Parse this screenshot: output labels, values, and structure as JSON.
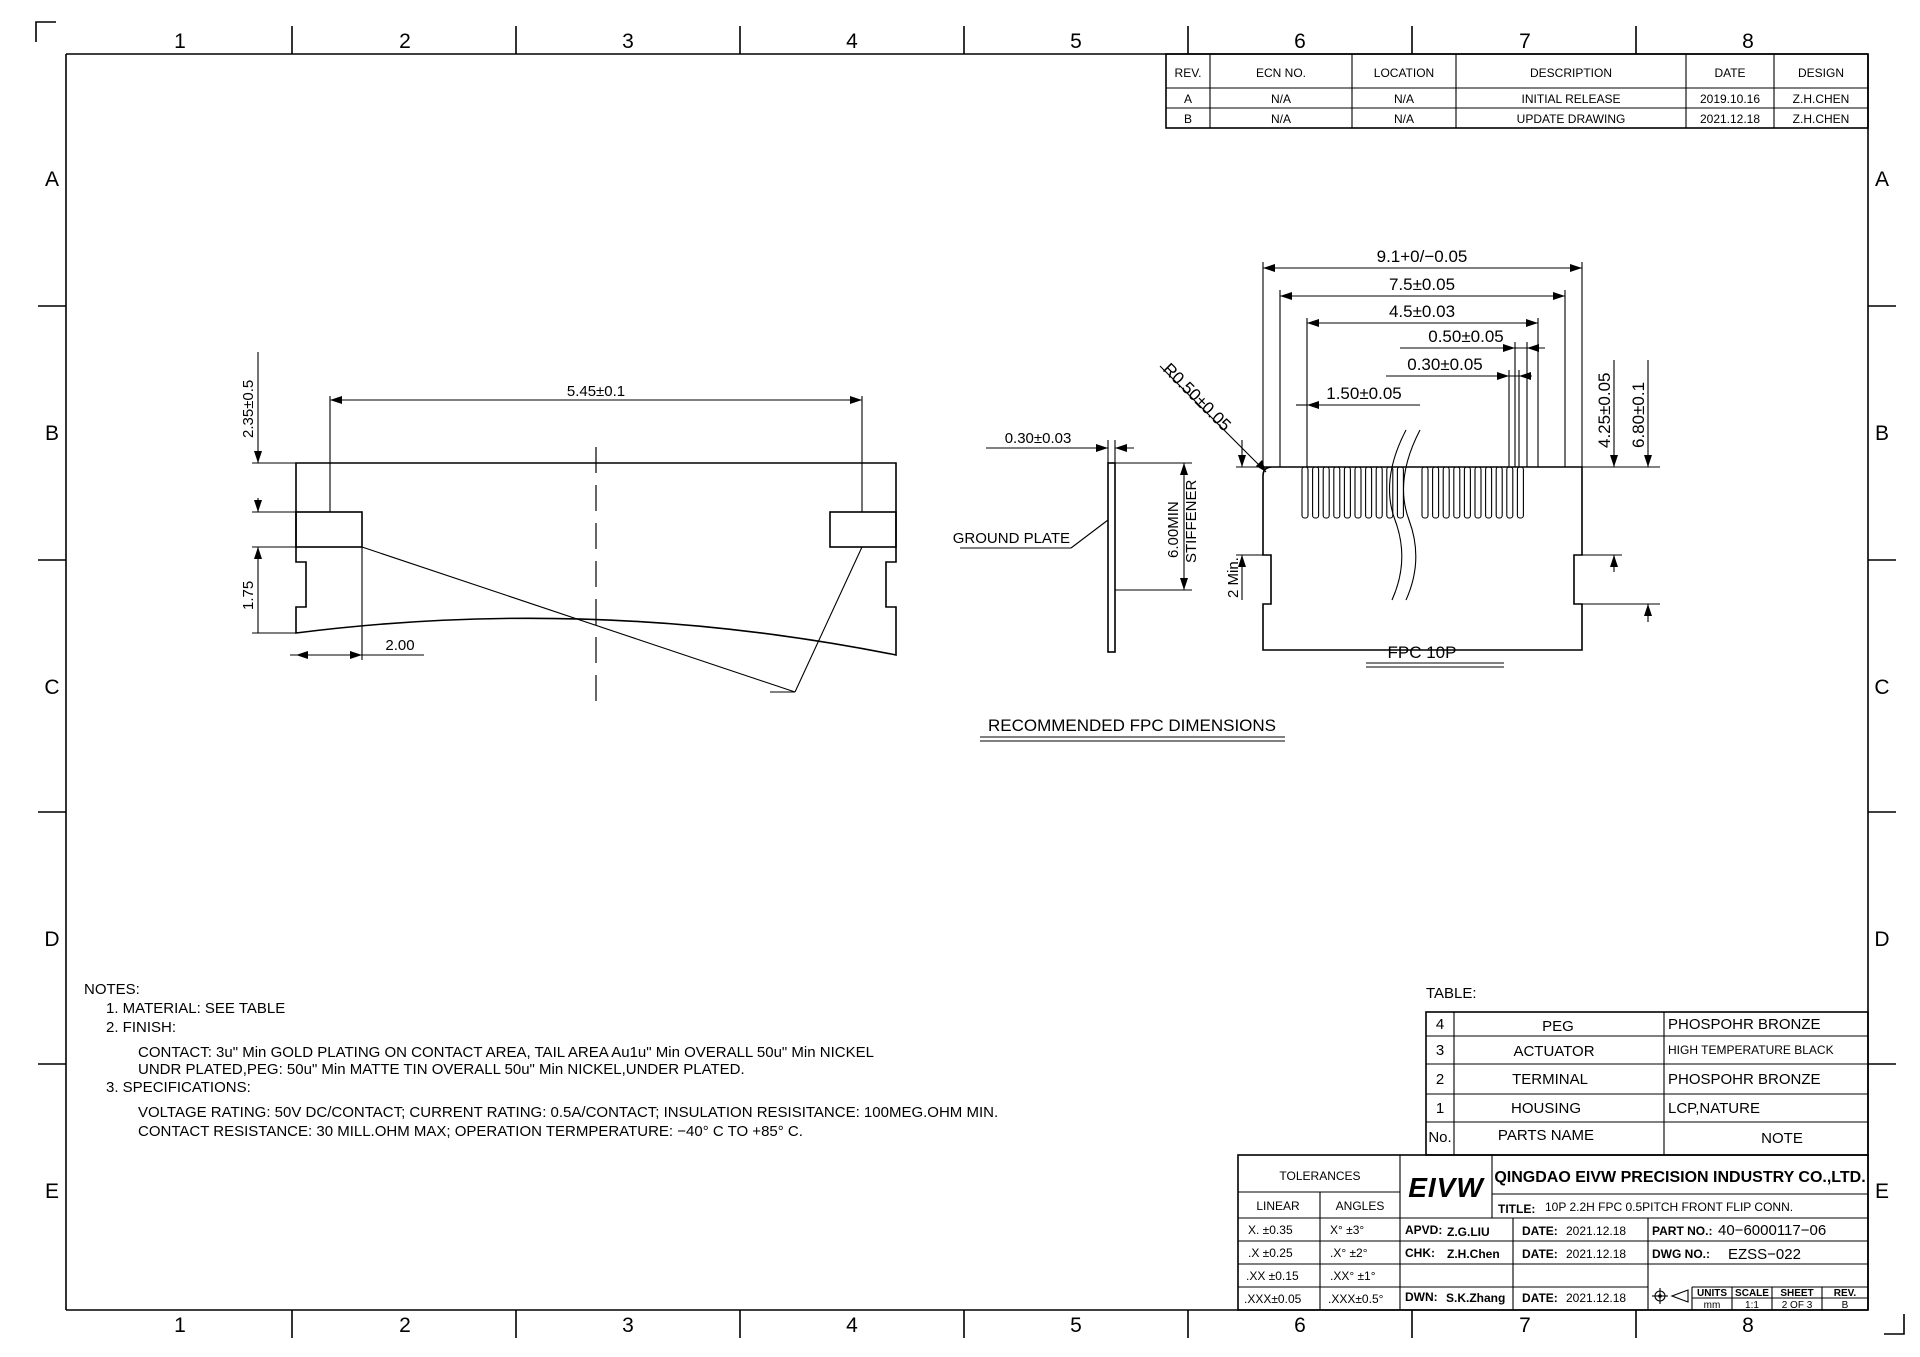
{
  "grid": {
    "columns": [
      "1",
      "2",
      "3",
      "4",
      "5",
      "6",
      "7",
      "8"
    ],
    "rows": [
      "A",
      "B",
      "C",
      "D",
      "E"
    ]
  },
  "revision_table": {
    "headers": [
      "REV.",
      "ECN NO.",
      "LOCATION",
      "DESCRIPTION",
      "DATE",
      "DESIGN"
    ],
    "rows": [
      [
        "A",
        "N/A",
        "N/A",
        "INITIAL RELEASE",
        "2019.10.16",
        "Z.H.CHEN"
      ],
      [
        "B",
        "N/A",
        "N/A",
        "UPDATE DRAWING",
        "2021.12.18",
        "Z.H.CHEN"
      ]
    ]
  },
  "left_view": {
    "dim_width": "5.45±0.1",
    "dim_top": "2.35±0.5",
    "dim_side": "1.75",
    "dim_tab": "2.00"
  },
  "middle_view": {
    "dim_thickness": "0.30±0.03",
    "label_ground_plate": "GROUND PLATE",
    "label_stiffener_1": "6.00MIN",
    "label_stiffener_2": "STIFFENER",
    "label_min": "2 Min."
  },
  "right_view": {
    "dim_overall": "9.1+0/−0.05",
    "dim_75": "7.5±0.05",
    "dim_45": "4.5±0.03",
    "dim_050": "0.50±0.05",
    "dim_030": "0.30±0.05",
    "dim_150": "1.50±0.05",
    "dim_radius": "R0.50±0.05",
    "dim_425": "4.25±0.05",
    "dim_680": "6.80±0.1",
    "label": "FPC 10P"
  },
  "caption": "RECOMMENDED FPC DIMENSIONS",
  "notes": {
    "title": "NOTES:",
    "lines": [
      "1. MATERIAL: SEE TABLE",
      "2. FINISH:",
      "CONTACT: 3u\" Min GOLD PLATING ON CONTACT AREA, TAIL AREA Au1u\" Min OVERALL 50u\" Min NICKEL",
      "UNDR PLATED,PEG: 50u\" Min MATTE TIN OVERALL 50u\" Min NICKEL,UNDER PLATED.",
      "3. SPECIFICATIONS:",
      "VOLTAGE RATING: 50V DC/CONTACT;  CURRENT RATING: 0.5A/CONTACT;  INSULATION RESISITANCE: 100MEG.OHM MIN.",
      "CONTACT RESISTANCE: 30 MILL.OHM MAX;  OPERATION TERMPERATURE: −40° C  TO  +85° C."
    ]
  },
  "parts_table": {
    "title": "TABLE:",
    "rows": [
      [
        "4",
        "PEG",
        "PHOSPOHR BRONZE"
      ],
      [
        "3",
        "ACTUATOR",
        "HIGH TEMPERATURE BLACK"
      ],
      [
        "2",
        "TERMINAL",
        "PHOSPOHR BRONZE"
      ],
      [
        "1",
        "HOUSING",
        "LCP,NATURE"
      ]
    ],
    "header": [
      "No.",
      "PARTS NAME",
      "NOTE"
    ]
  },
  "title_block": {
    "tolerances": "TOLERANCES",
    "linear": "LINEAR",
    "angles": "ANGLES",
    "tol_rows": [
      [
        "X.  ±0.35",
        "X°  ±3°"
      ],
      [
        ".X  ±0.25",
        ".X°  ±2°"
      ],
      [
        ".XX ±0.15",
        ".XX° ±1°"
      ],
      [
        ".XXX±0.05",
        ".XXX±0.5°"
      ]
    ],
    "logo": "EIVW",
    "company": "QINGDAO EIVW PRECISION INDUSTRY CO.,LTD.",
    "title_label": "TITLE:",
    "title_value": "10P  2.2H  FPC  0.5PITCH  FRONT  FLIP  CONN.",
    "apvd_label": "APVD:",
    "apvd": "Z.G.LIU",
    "chk_label": "CHK:",
    "chk": "Z.H.Chen",
    "dwn_label": "DWN:",
    "dwn": "S.K.Zhang",
    "date_label": "DATE:",
    "date1": "2021.12.18",
    "date2": "2021.12.18",
    "date3": "2021.12.18",
    "part_no_label": "PART NO.:",
    "part_no": "40−6000117−06",
    "dwg_no_label": "DWG NO.:",
    "dwg_no": "EZSS−022",
    "units_label": "UNITS",
    "units": "mm",
    "scale_label": "SCALE",
    "scale": "1:1",
    "sheet_label": "SHEET",
    "sheet": "2 OF 3",
    "rev_label": "REV.",
    "rev": "B"
  }
}
